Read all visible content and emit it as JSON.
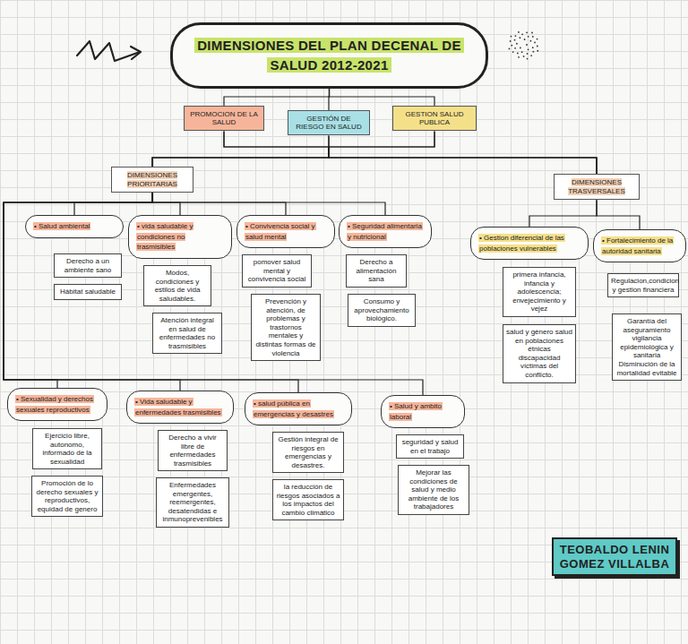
{
  "diagram": {
    "nodes": [
      {
        "text": [
          "DIMENSIONES DEL PLAN DECENAL DE SALUD 2012-2021"
        ]
      },
      {
        "text": [
          "PROMOCION DE LA SALUD"
        ]
      },
      {
        "text": [
          "GESTIÓN DE RIESGO EN SALUD"
        ]
      },
      {
        "text": [
          "GESTION SALUD PUBLICA"
        ]
      },
      {
        "text": [
          "DIMENSIONES PRIORITARIAS"
        ]
      },
      {
        "text": [
          "DIMENSIONES TRASVERSALES"
        ]
      },
      {
        "text": [
          "• Salud ambiental"
        ]
      },
      {
        "text": [
          "• vida saludable y condiciones no trasmisibles"
        ]
      },
      {
        "text": [
          "• Convivencia social y salud mental"
        ]
      },
      {
        "text": [
          "• Seguridad alimentaria y nutricional"
        ]
      },
      {
        "text": [
          "• Gestion diferencial de las poblaciones vulnerables"
        ]
      },
      {
        "text": [
          "• Fortalecimiento de la autoridad sanitaria"
        ]
      },
      {
        "text": [
          "Derecho a un ambiente sano"
        ]
      },
      {
        "text": [
          "Hábitat saludable"
        ]
      },
      {
        "text": [
          "Modos, condiciones y estilos de vida saludables."
        ]
      },
      {
        "text": [
          "Atención integral en salud de enfermedades no trasmisibles"
        ]
      },
      {
        "text": [
          "pomover salud mental y convivencia social"
        ]
      },
      {
        "text": [
          "Prevención y atención, de problemas y trastornos mentales y distintas formas de violencia"
        ]
      },
      {
        "text": [
          "Derecho a alimentación sana"
        ]
      },
      {
        "text": [
          "Consumo y aprovechamiento biológico."
        ]
      },
      {
        "text": [
          "primera infancia, infancia y adolescencia; envejecimiento y vejez"
        ]
      },
      {
        "text": [
          "salud y género salud en poblaciones étnicas discapacidad víctimas del conflicto."
        ]
      },
      {
        "text": [
          "Regulacion,condicion y gestion financiera"
        ]
      },
      {
        "text": [
          "Garantía del aseguramiento vigilancia epidemiológica y sanitaria Disminución de la mortalidad evitable"
        ]
      },
      {
        "text": [
          "• Sexualidad y derechos sexuales reproductivos"
        ]
      },
      {
        "text": [
          "• Vida saludable y enfermedades trasmisibles"
        ]
      },
      {
        "text": [
          "• salud pública en emergencias y desastres"
        ]
      },
      {
        "text": [
          "• Salud y ambito laboral"
        ]
      },
      {
        "text": [
          "Ejercicio libre, autonomo, informado de la sexualidad"
        ]
      },
      {
        "text": [
          "Promoción de lo derecho sexuales y reproductivos, equidad de genero"
        ]
      },
      {
        "text": [
          "Derecho a vivir libre de enfermedades trasmisibles"
        ]
      },
      {
        "text": [
          "Enfermedades emergentes, reemergentes, desatendidas e inmunoprevenibles"
        ]
      },
      {
        "text": [
          "Gestión integral de riesgos en emergencias y desastres."
        ]
      },
      {
        "text": [
          "la reducción de riesgos asociados a los impactos del cambio climático"
        ]
      },
      {
        "text": [
          "seguridad y salud en el trabajo"
        ]
      },
      {
        "text": [
          "Mejorar las condiciones de salud y medio ambiente de los trabajadores"
        ]
      },
      {
        "text": [
          "TEOBALDO LENIN GOMEZ VILLALBA"
        ]
      }
    ],
    "edges": [
      {
        "from": 0,
        "to": 1,
        "arrow": "none"
      },
      {
        "from": 0,
        "to": 2,
        "arrow": "none"
      },
      {
        "from": 0,
        "to": 3,
        "arrow": "none"
      },
      {
        "from": 1,
        "to": 4,
        "arrow": "none"
      },
      {
        "from": 2,
        "to": 4,
        "arrow": "none"
      },
      {
        "from": 3,
        "to": 4,
        "arrow": "none"
      },
      {
        "from": 1,
        "to": 5,
        "arrow": "none"
      },
      {
        "from": 2,
        "to": 5,
        "arrow": "none"
      },
      {
        "from": 3,
        "to": 5,
        "arrow": "none"
      },
      {
        "from": 4,
        "to": 6,
        "arrow": "none"
      },
      {
        "from": 4,
        "to": 7,
        "arrow": "none"
      },
      {
        "from": 4,
        "to": 8,
        "arrow": "none"
      },
      {
        "from": 4,
        "to": 9,
        "arrow": "none"
      },
      {
        "from": 4,
        "to": 24,
        "arrow": "none"
      },
      {
        "from": 4,
        "to": 25,
        "arrow": "none"
      },
      {
        "from": 4,
        "to": 26,
        "arrow": "none"
      },
      {
        "from": 4,
        "to": 27,
        "arrow": "none"
      },
      {
        "from": 5,
        "to": 10,
        "arrow": "none"
      },
      {
        "from": 5,
        "to": 11,
        "arrow": "none"
      }
    ]
  }
}
